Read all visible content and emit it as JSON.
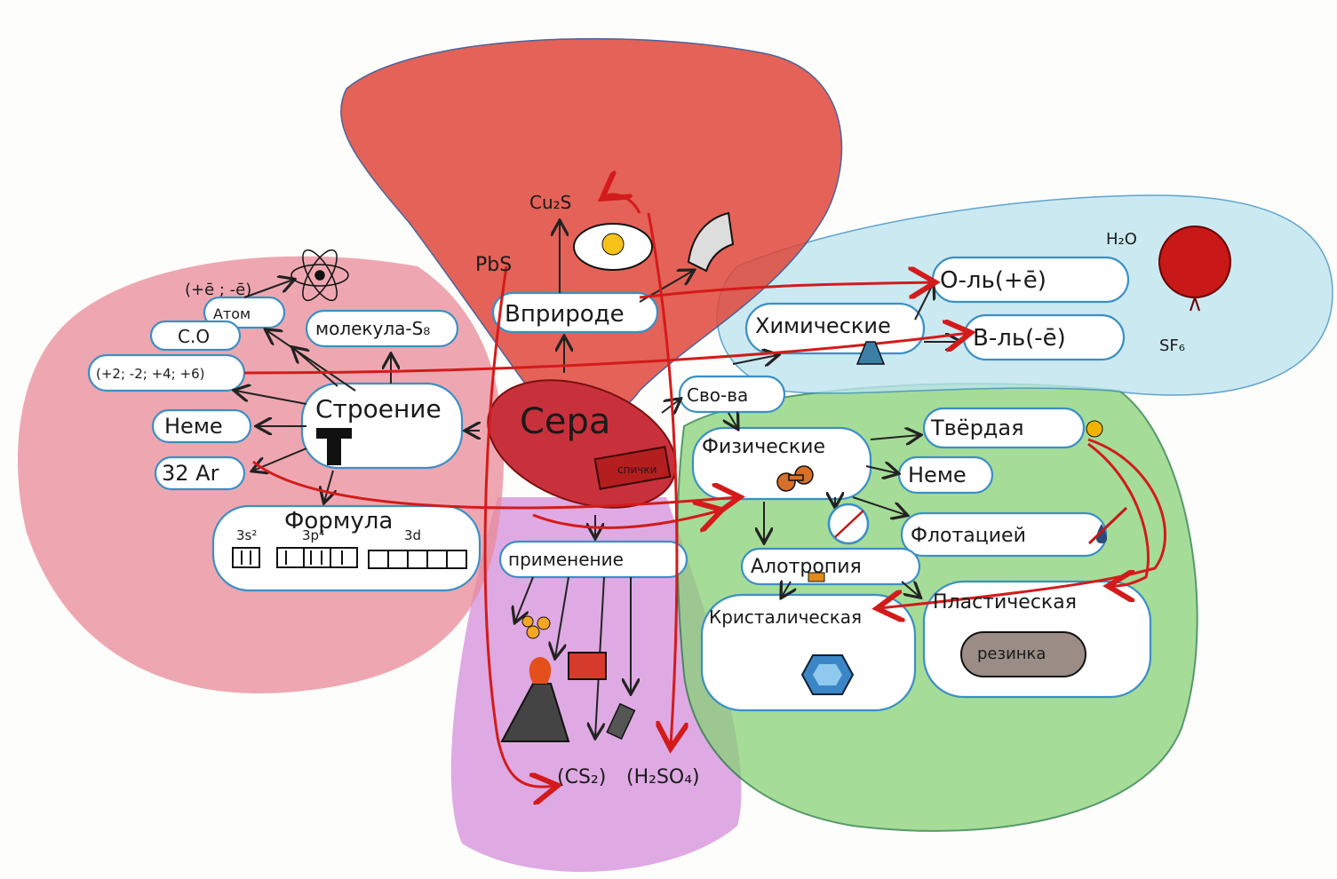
{
  "center": {
    "title": "Сера"
  },
  "nodes": {
    "v_prirode": "Вприроде",
    "cu2s": "Cu₂S",
    "pbs": "PbS",
    "stroenie": "Строение",
    "atom": "Атом",
    "atom_charge": "(+ē ; -ē)",
    "molekula": "молекула-S₈",
    "so": "С.О",
    "oxidation": "(+2; -2; +4; +6)",
    "neme_left": "Неме",
    "ar": "32 Аr",
    "formula": "Формула",
    "orbital_s": "3s²",
    "orbital_p": "3p⁴",
    "orbital_d": "3d",
    "svoistva": "Сво-ва",
    "himicheskie": "Химические",
    "o_vo": "О-ль(+ē)",
    "h2o": "H₂O",
    "v_vo": "В-ль(-ē)",
    "sf6": "SF₆",
    "fizicheskie": "Физические",
    "tverdaya": "Твёрдая",
    "neme_right": "Неме",
    "flotaciei": "Флотацией",
    "alotropiya": "Алотропия",
    "kristal": "Кристалическая",
    "plastich": "Пластическая",
    "rezinka": "резинка",
    "primenenie": "применение",
    "cs2": "(CS₂)",
    "h2so4": "(H₂SO₄)",
    "spichki": "спички"
  },
  "colors": {
    "red_region": "#e25549",
    "pink_region": "#e58a9a",
    "blue_region": "#b9e2ee",
    "green_region": "#8fd27f",
    "purple_region": "#d08ad8",
    "center": "#c8313b",
    "arrow_red": "#d31b1b",
    "bubble_border": "#3b8fc4"
  }
}
